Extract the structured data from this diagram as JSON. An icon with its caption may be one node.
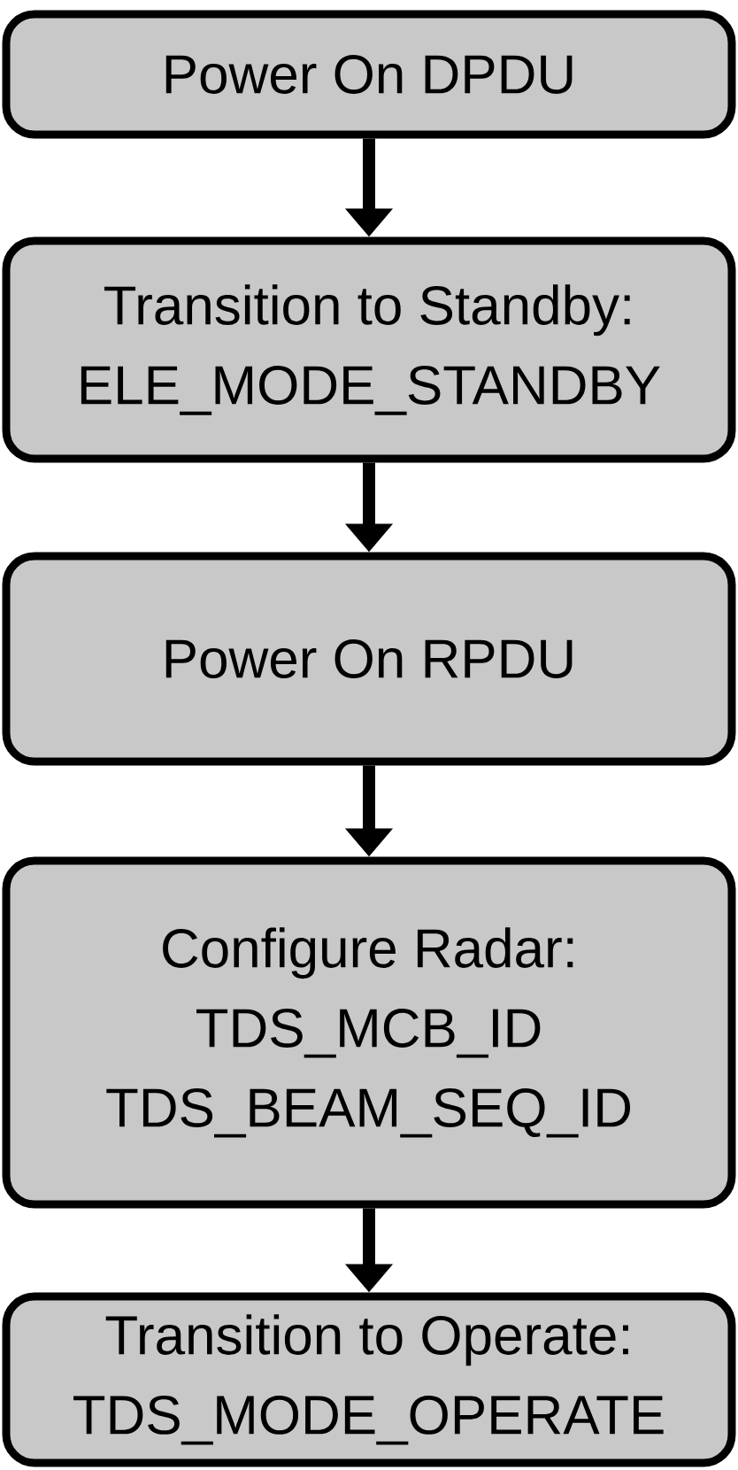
{
  "diagram": {
    "nodes": [
      {
        "text": [
          "Power On DPDU"
        ]
      },
      {
        "text": [
          "Transition to Standby:",
          "ELE_MODE_STANDBY"
        ]
      },
      {
        "text": [
          "Power On RPDU"
        ]
      },
      {
        "text": [
          "Configure Radar:",
          "TDS_MCB_ID",
          "TDS_BEAM_SEQ_ID"
        ]
      },
      {
        "text": [
          "Transition to Operate:",
          "TDS_MODE_OPERATE"
        ]
      }
    ],
    "edges": [
      {
        "from": 0,
        "to": 1,
        "arrow": "to"
      },
      {
        "from": 1,
        "to": 2,
        "arrow": "to"
      },
      {
        "from": 2,
        "to": 3,
        "arrow": "to"
      },
      {
        "from": 3,
        "to": 4,
        "arrow": "to"
      }
    ]
  }
}
